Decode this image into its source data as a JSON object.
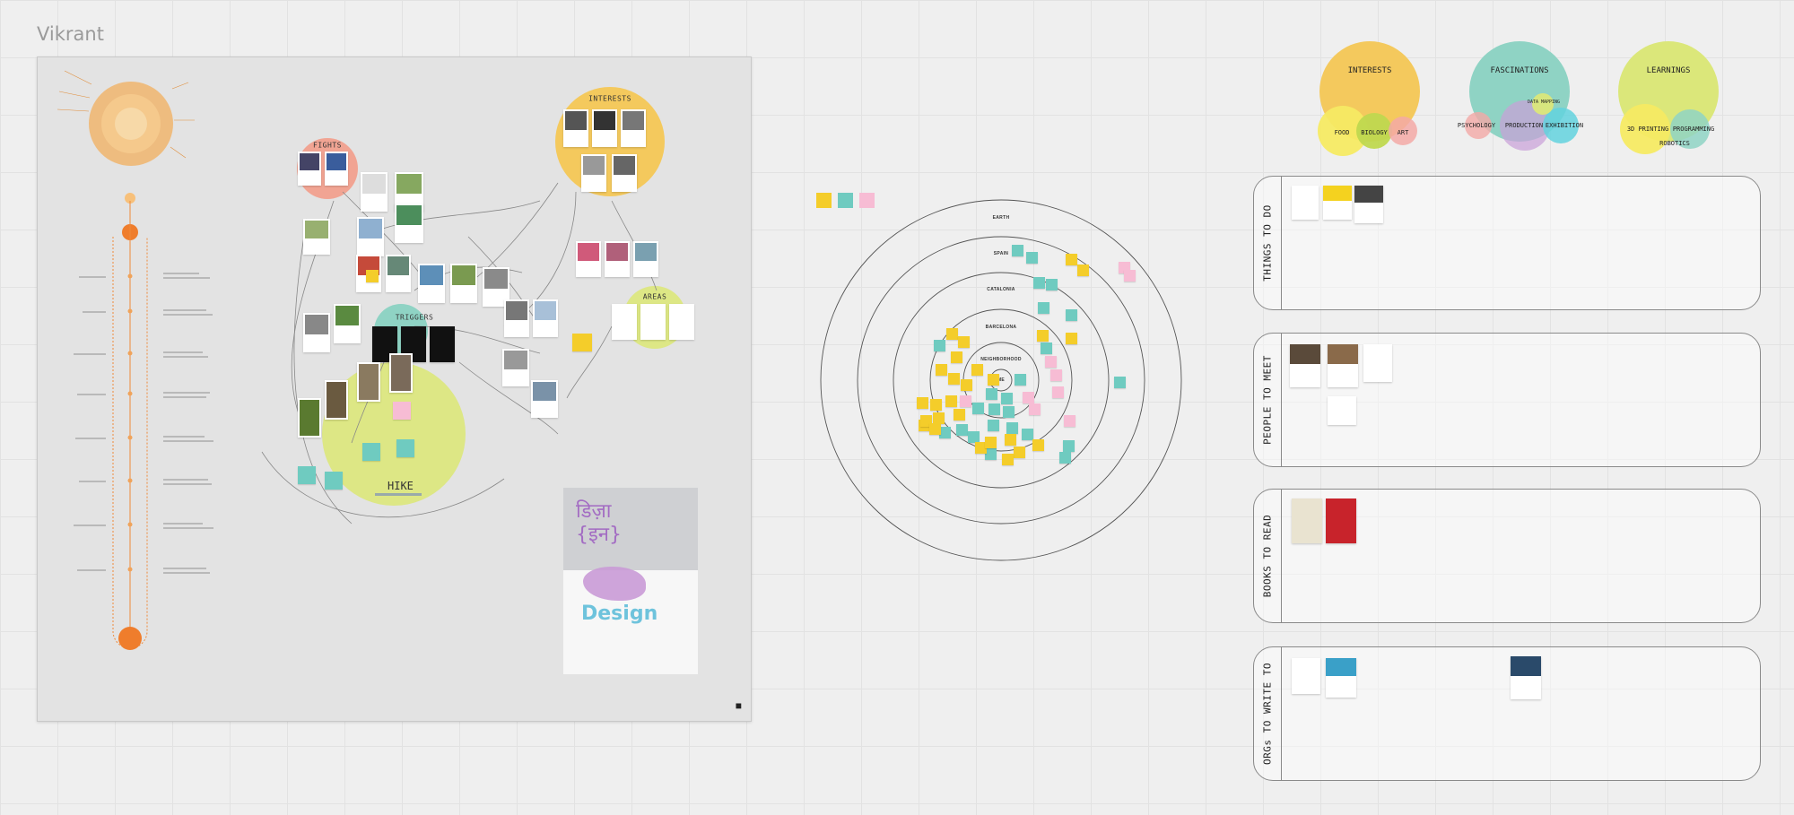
{
  "board": {
    "title": "Vikrant"
  },
  "frame": {
    "fights_label": "FIGHTS",
    "interests_label": "INTERESTS",
    "triggers_label": "TRIGGERS",
    "areas_label": "AREAS",
    "hike_label": "HIKE",
    "poster": {
      "devanagari_line1": "डिज़ा",
      "devanagari_line2": "{इन}",
      "design_word": "Design"
    }
  },
  "target": {
    "ring_labels": [
      "EARTH",
      "SPAIN",
      "CATALONIA",
      "BARCELONA",
      "NEIGHBORHOOD",
      "ME"
    ],
    "legend_stickies": [
      {
        "color": "#f4cd2a"
      },
      {
        "color": "#6fcbc0"
      },
      {
        "color": "#f7bcd4"
      }
    ]
  },
  "bubbles": {
    "interests": {
      "title": "INTERESTS",
      "items": [
        "FOOD",
        "BIOLOGY",
        "ART"
      ],
      "color": "#f4c95d"
    },
    "fascinations": {
      "title": "FASCINATIONS",
      "items": [
        "PSYCHOLOGY",
        "PRODUCTION",
        "EXHIBITION",
        "DATA MAPPING"
      ],
      "color": "#8fd3c4"
    },
    "learnings": {
      "title": "LEARNINGS",
      "items": [
        "3D PRINTING",
        "PROGRAMMING",
        "ROBOTICS"
      ],
      "color": "#dbe77a"
    }
  },
  "swimlanes": [
    {
      "label": "THINGS TO DO"
    },
    {
      "label": "PEOPLE TO MEET"
    },
    {
      "label": "BOOKS TO READ"
    },
    {
      "label": "ORGs TO WRITE TO"
    }
  ]
}
